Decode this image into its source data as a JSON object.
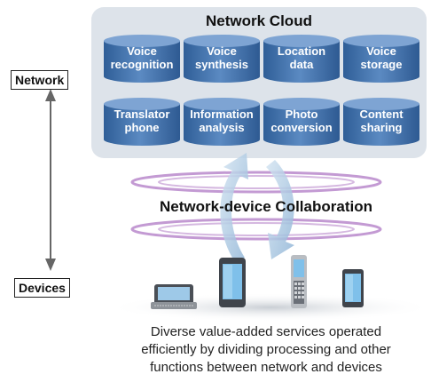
{
  "cloud": {
    "title": "Network Cloud",
    "services_row1": [
      {
        "line1": "Voice",
        "line2": "recognition"
      },
      {
        "line1": "Voice",
        "line2": "synthesis"
      },
      {
        "line1": "Location",
        "line2": "data"
      },
      {
        "line1": "Voice",
        "line2": "storage"
      }
    ],
    "services_row2": [
      {
        "line1": "Translator",
        "line2": "phone"
      },
      {
        "line1": "Information",
        "line2": "analysis"
      },
      {
        "line1": "Photo",
        "line2": "conversion"
      },
      {
        "line1": "Content",
        "line2": "sharing"
      }
    ]
  },
  "labels": {
    "network": "Network",
    "devices": "Devices"
  },
  "collaboration": "Network-device Collaboration",
  "caption": {
    "line1": "Diverse value-added services operated",
    "line2": "efficiently by dividing processing and other",
    "line3": "functions between network and devices"
  },
  "colors": {
    "cloud_bg": "#dde3ea",
    "cylinder": "#3d6aa6",
    "ring": "#c39ad3",
    "arrow": "#a9c6e0"
  }
}
